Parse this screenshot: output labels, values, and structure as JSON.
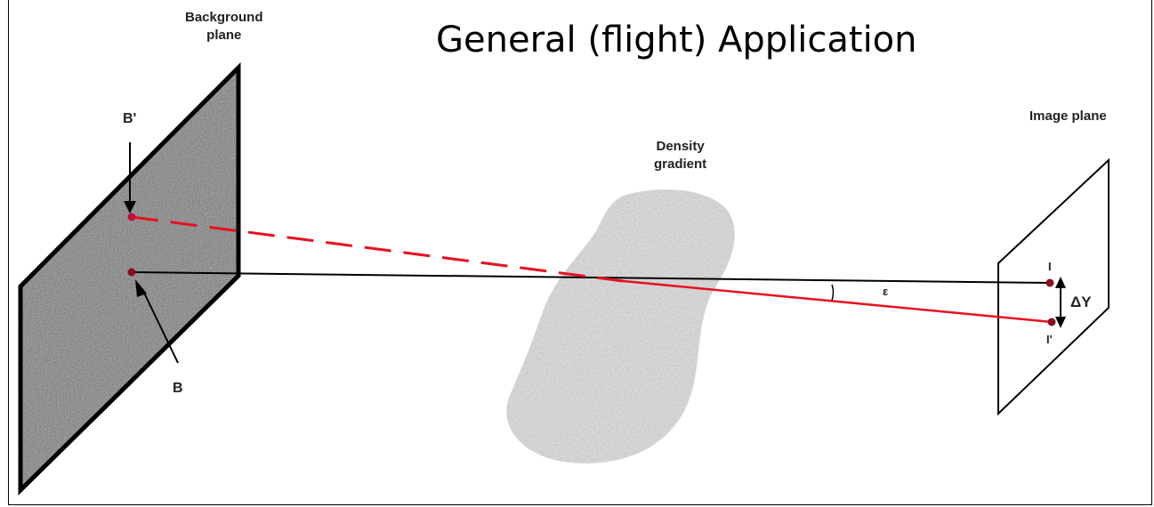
{
  "title": "General (flight) Application",
  "labels": {
    "background_plane": [
      "Background",
      "plane"
    ],
    "image_plane": "Image plane",
    "density_gradient": [
      "Density",
      "gradient"
    ],
    "b_prime": "B'",
    "b": "B",
    "i": "I",
    "i_prime": "I'",
    "epsilon": "ε",
    "delta_y": "ΔY"
  },
  "colors": {
    "deflected_ray": "#e8101e",
    "reference_ray": "#000000",
    "points": "#c0103a"
  }
}
